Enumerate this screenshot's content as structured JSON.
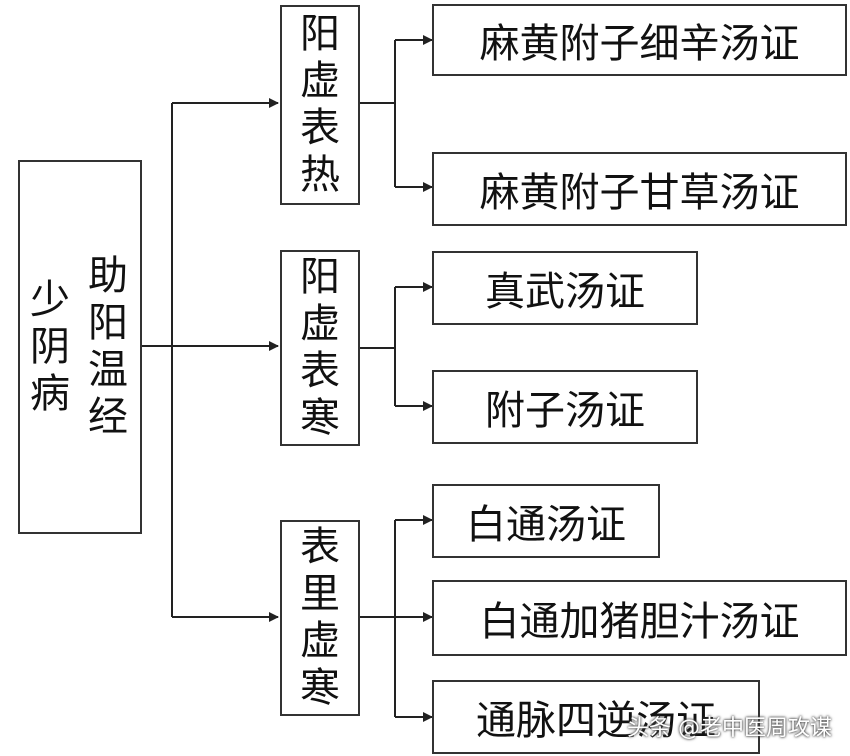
{
  "root": {
    "col1": "少阴病",
    "col2": "助阳温经"
  },
  "branches": [
    {
      "label": "阳虚表热",
      "leaves": [
        "麻黄附子细辛汤证",
        "麻黄附子甘草汤证"
      ]
    },
    {
      "label": "阳虚表寒",
      "leaves": [
        "真武汤证",
        "附子汤证"
      ]
    },
    {
      "label": "表里虚寒",
      "leaves": [
        "白通汤证",
        "白通加猪胆汁汤证",
        "通脉四逆汤证"
      ]
    }
  ],
  "watermark": "头条 @老中医周攻谋",
  "colors": {
    "line": "#222222",
    "border": "#333333"
  }
}
